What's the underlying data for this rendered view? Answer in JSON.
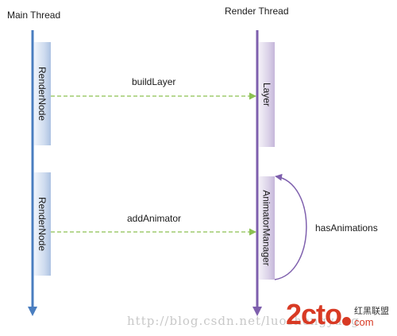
{
  "threads": {
    "main": {
      "title": "Main Thread"
    },
    "render": {
      "title": "Render Thread"
    }
  },
  "boxes": {
    "render_node_1": "RenderNode",
    "render_node_2": "RenderNode",
    "layer": "Layer",
    "animator_manager": "AnimatorManager"
  },
  "messages": {
    "build_layer": "buildLayer",
    "add_animator": "addAnimator",
    "has_animations": "hasAnimations"
  },
  "watermark": {
    "url": "http://blog.csdn.net/luoshengyang",
    "logo_big": "2cto",
    "logo_cn": "红黑联盟",
    "logo_com": "com"
  },
  "colors": {
    "main_lifeline": "#4a7ec0",
    "render_lifeline": "#7e5fad",
    "message_arrow": "#8cc152",
    "self_arrow": "#7e5fad",
    "logo": "#d83a24"
  }
}
